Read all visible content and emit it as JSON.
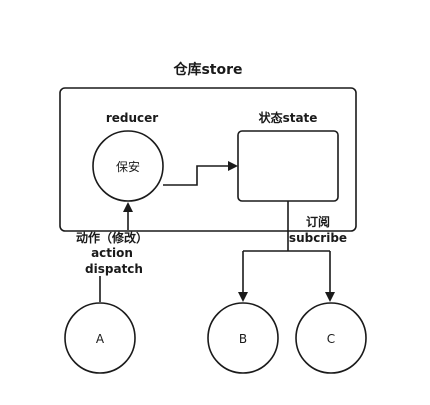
{
  "diagram": {
    "store_title": "仓库store",
    "reducer_label": "reducer",
    "guard_label": "保安",
    "state_label": "状态state",
    "action_line1": "动作（修改）",
    "action_line2": "action",
    "action_line3": "dispatch",
    "subscribe_line1": "订阅",
    "subscribe_line2": "subcribe",
    "node_a": "A",
    "node_b": "B",
    "node_c": "C"
  },
  "colors": {
    "stroke": "#1a1a1a",
    "background": "#ffffff"
  }
}
